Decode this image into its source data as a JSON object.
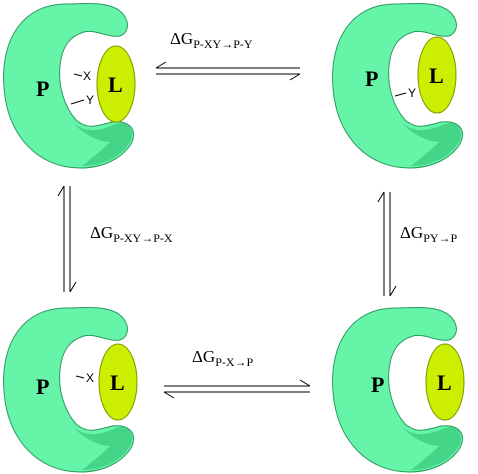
{
  "colors": {
    "protein_fill": "#66f5a8",
    "protein_shadow": "#3fcf84",
    "protein_stroke": "#2a9a5f",
    "ligand_fill": "#ccee00",
    "ligand_stroke": "#7f9a00"
  },
  "complexes": {
    "top_left": {
      "protein_label": "P",
      "ligand_label": "L",
      "contact_1": "X",
      "contact_2": "Y"
    },
    "top_right": {
      "protein_label": "P",
      "ligand_label": "L",
      "contact_1": "Y"
    },
    "bottom_left": {
      "protein_label": "P",
      "ligand_label": "L",
      "contact_1": "X"
    },
    "bottom_right": {
      "protein_label": "P",
      "ligand_label": "L"
    }
  },
  "equilibria": {
    "top": {
      "symbol": "ΔG",
      "subscript": "P-XY→P-Y"
    },
    "left": {
      "symbol": "ΔG",
      "subscript": "P-XY→P-X"
    },
    "right": {
      "symbol": "ΔG",
      "subscript": "PY→P"
    },
    "bottom": {
      "symbol": "ΔG",
      "subscript": "P-X→P"
    }
  }
}
